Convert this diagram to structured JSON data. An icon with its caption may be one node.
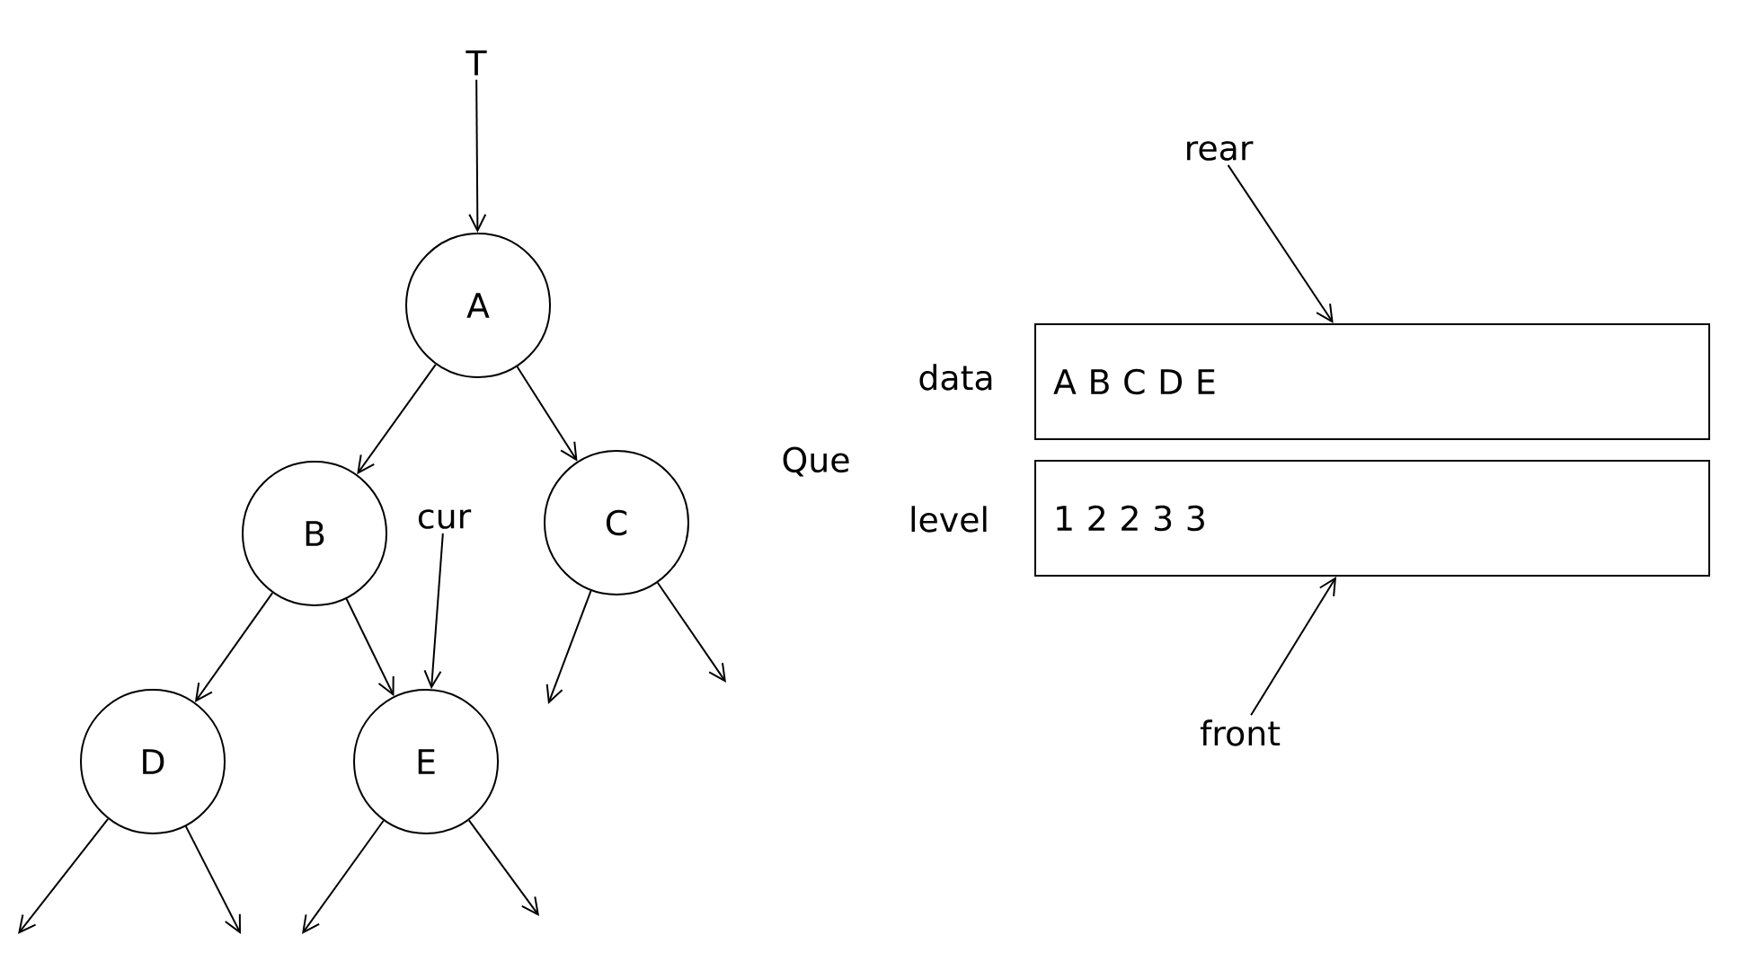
{
  "diagram": {
    "nodes": [
      {
        "text": [
          "T"
        ]
      },
      {
        "text": [
          "A"
        ]
      },
      {
        "text": [
          "B"
        ]
      },
      {
        "text": [
          "C"
        ]
      },
      {
        "text": [
          "D"
        ]
      },
      {
        "text": [
          "E"
        ]
      },
      {
        "text": [
          "cur"
        ]
      },
      {
        "text": [
          "A B C D E"
        ],
        "beside": [
          "data"
        ]
      },
      {
        "text": [
          "1 2 2 3 3"
        ],
        "beside": [
          "level"
        ]
      },
      {
        "text": [
          "rear"
        ]
      },
      {
        "text": [
          "front"
        ]
      }
    ],
    "edges": [
      {
        "from": 0,
        "to": 1,
        "arrow": "to"
      },
      {
        "from": 1,
        "to": 2,
        "arrow": "to"
      },
      {
        "from": 1,
        "to": 3,
        "arrow": "to"
      },
      {
        "from": 2,
        "to": 4,
        "arrow": "to"
      },
      {
        "from": 2,
        "to": 5,
        "arrow": "to"
      },
      {
        "from": 6,
        "to": 5,
        "arrow": "to"
      },
      {
        "from": 3,
        "to": null,
        "arrow": "to"
      },
      {
        "from": 3,
        "to": null,
        "arrow": "to"
      },
      {
        "from": 4,
        "to": null,
        "arrow": "to"
      },
      {
        "from": 4,
        "to": null,
        "arrow": "to"
      },
      {
        "from": 5,
        "to": null,
        "arrow": "to"
      },
      {
        "from": 5,
        "to": null,
        "arrow": "to"
      },
      {
        "from": 9,
        "to": 7,
        "arrow": "to"
      },
      {
        "from": 10,
        "to": 8,
        "arrow": "to"
      }
    ],
    "labels": [
      "Que"
    ]
  }
}
